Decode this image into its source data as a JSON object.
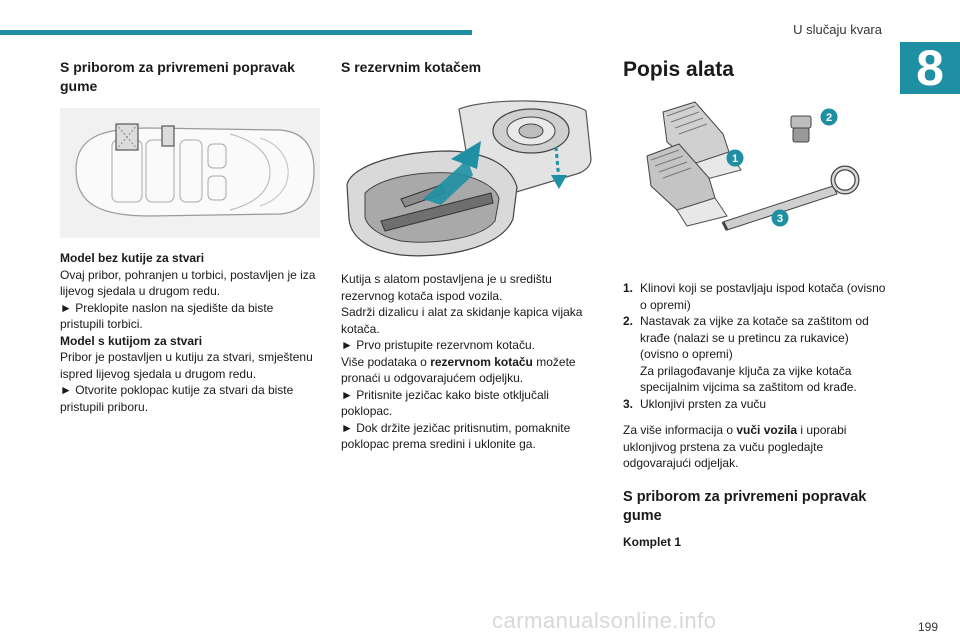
{
  "header": {
    "section_title": "U slučaju kvara",
    "chapter_number": "8"
  },
  "col1": {
    "heading": "S priborom za privremeni popravak gume",
    "line1_bold": "Model bez kutije za stvari",
    "line2": "Ovaj pribor, pohranjen u torbici, postavljen je iza lijevog sjedala u drugom redu.",
    "line3": "► Preklopite naslon na sjedište da biste pristupili torbici.",
    "line4_bold": "Model s kutijom za stvari",
    "line5": "Pribor je postavljen u kutiju za stvari, smještenu ispred lijevog sjedala u drugom redu.",
    "line6": "► Otvorite poklopac kutije za stvari da biste pristupili priboru."
  },
  "col2": {
    "heading": "S rezervnim kotačem",
    "p1": "Kutija s alatom postavljena je u središtu rezervnog kotača ispod vozila.",
    "p2": "Sadrži dizalicu i alat za skidanje kapica vijaka kotača.",
    "p3": "► Prvo pristupite rezervnom kotaču.",
    "p4_pre": "Više podataka o ",
    "p4_bold": "rezervnom kotaču",
    "p4_post": " možete pronaći u odgovarajućem odjeljku.",
    "p5": "► Pritisnite jezičac kako biste otključali poklopac.",
    "p6": "► Dok držite jezičac pritisnutim, pomaknite poklopac prema sredini i uklonite ga."
  },
  "col3": {
    "heading": "Popis alata",
    "callouts": [
      "1",
      "2",
      "3"
    ],
    "items": [
      {
        "num": "1.",
        "lines": [
          "Klinovi koji se postavljaju ispod kotača (ovisno o opremi)"
        ]
      },
      {
        "num": "2.",
        "lines": [
          "Nastavak za vijke za kotače sa zaštitom od krađe (nalazi se u pretincu za rukavice) (ovisno o opremi)",
          "Za prilagođavanje ključa za vijke kotača specijalnim vijcima sa zaštitom od krađe."
        ]
      },
      {
        "num": "3.",
        "lines": [
          "Uklonjivi prsten za vuču"
        ]
      }
    ],
    "info_pre": "Za više informacija o ",
    "info_bold": "vuči vozila",
    "info_post": " i uporabi uklonjivog prstena za vuču pogledajte odgovarajući odjeljak.",
    "subheading": "S priborom za privremeni popravak gume",
    "kit_label": "Komplet 1"
  },
  "footer": {
    "page_number": "199",
    "watermark": "carmanualsonline.info"
  },
  "colors": {
    "accent": "#1f8fa3",
    "text": "#1a1a1a"
  }
}
